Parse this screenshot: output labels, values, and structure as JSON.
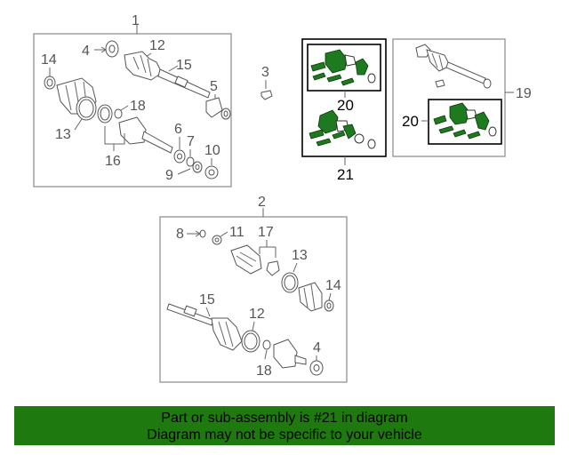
{
  "callouts": {
    "n1": "1",
    "n2": "2",
    "n3": "3",
    "n4": "4",
    "n5": "5",
    "n6": "6",
    "n7": "7",
    "n8": "8",
    "n9": "9",
    "n10": "10",
    "n11": "11",
    "n12": "12",
    "n13": "13",
    "n14": "14",
    "n15": "15",
    "n16": "16",
    "n17": "17",
    "n18": "18",
    "n19": "19",
    "n20": "20",
    "n21": "21"
  },
  "banner": {
    "line1": "Part or sub-assembly is #21 in diagram",
    "line2": "Diagram may not be specific to your vehicle"
  },
  "colors": {
    "banner_bg": "#1e7a0f",
    "highlight_part": "#1e7a1e",
    "box_outline": "#999999",
    "highlight_outline": "#000000"
  },
  "icons": [
    "axle-shaft-icon",
    "cv-joint-icon",
    "boot-icon",
    "clamp-icon",
    "snap-ring-icon",
    "washer-icon",
    "repair-kit-icon"
  ]
}
